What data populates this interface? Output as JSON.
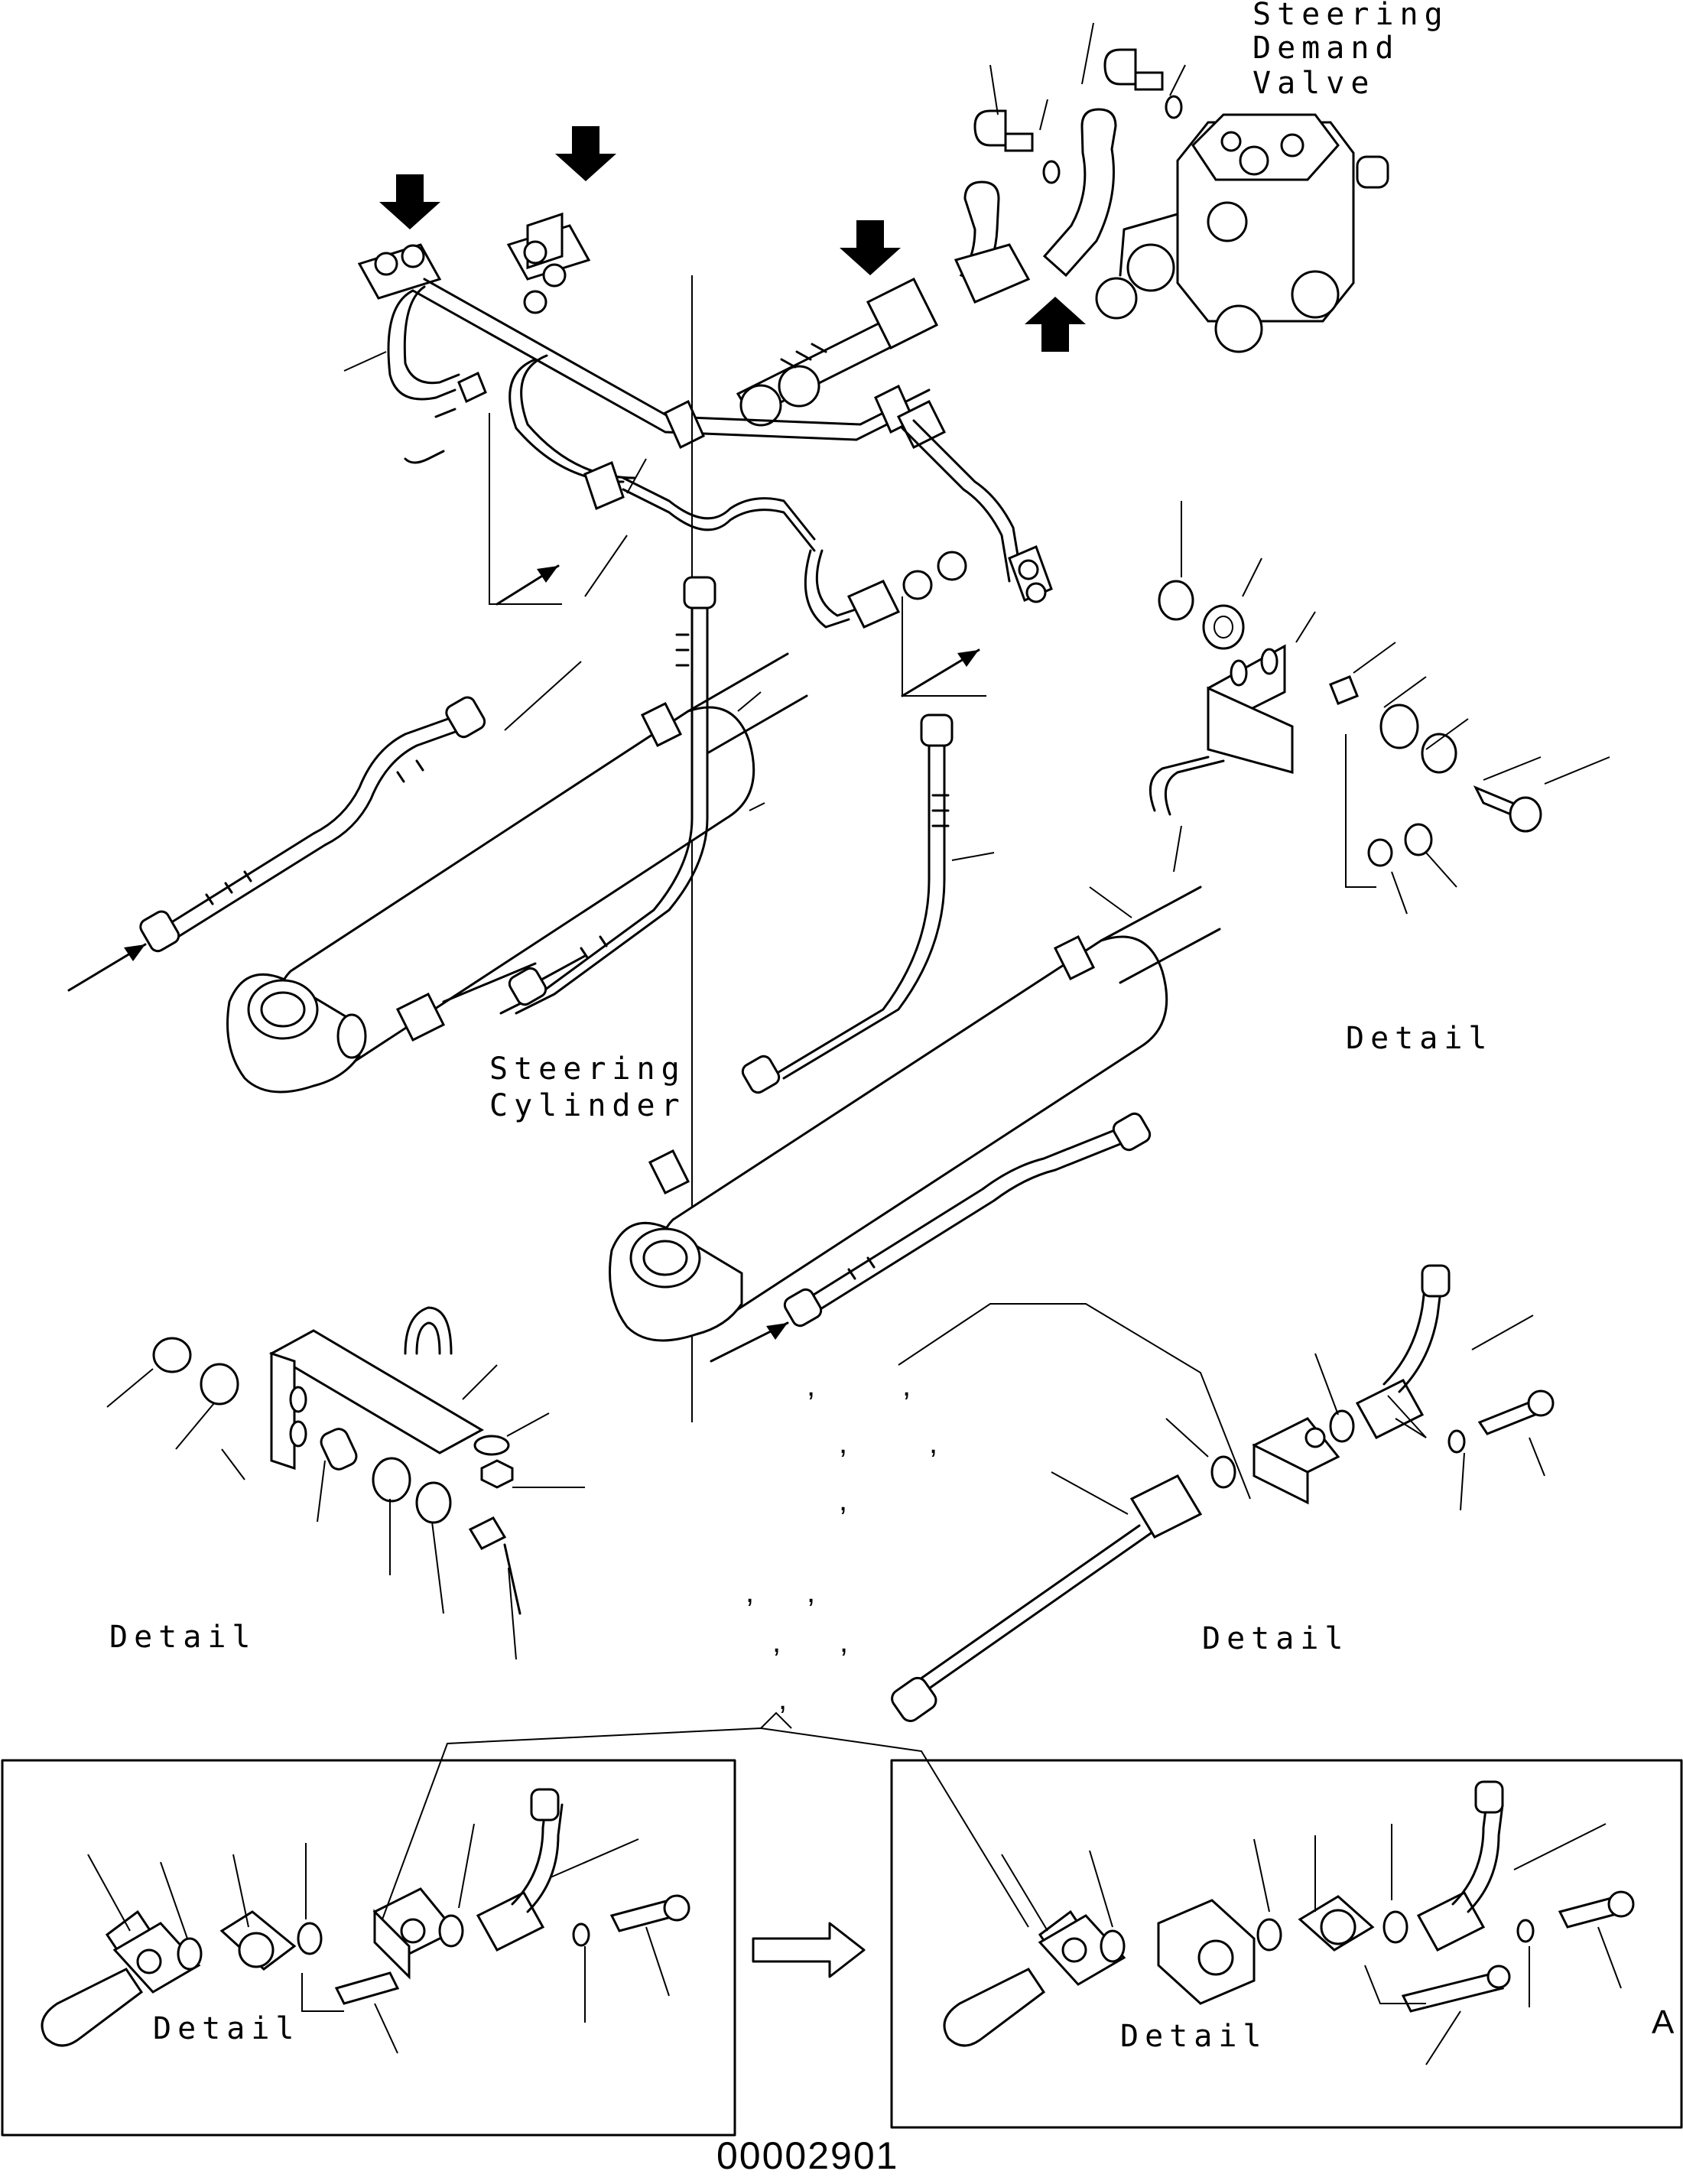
{
  "labels": {
    "steering_demand_valve": [
      "Steering",
      "Demand",
      "Valve"
    ],
    "steering_cylinder": [
      "Steering",
      "Cylinder"
    ],
    "detail": "Detail",
    "figure_number": "00002901",
    "edge_mark": "A",
    "comma": ","
  },
  "colors": {
    "ink": "#000000",
    "paper": "#ffffff"
  }
}
